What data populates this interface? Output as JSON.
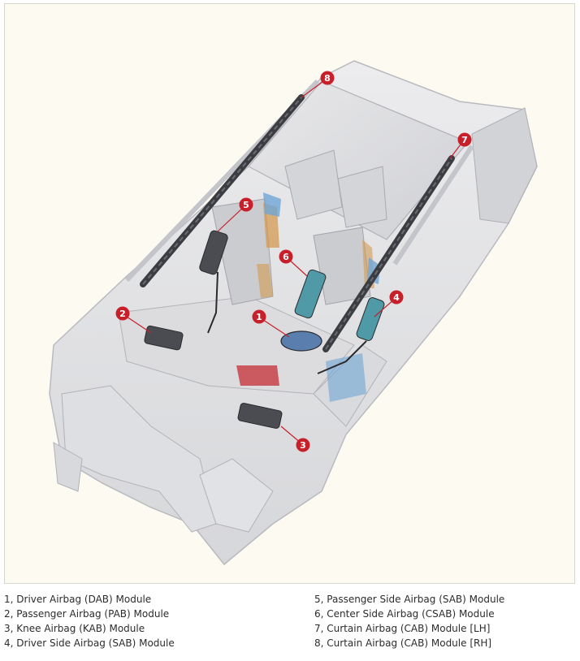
{
  "callouts": [
    {
      "num": "1"
    },
    {
      "num": "2"
    },
    {
      "num": "3"
    },
    {
      "num": "4"
    },
    {
      "num": "5"
    },
    {
      "num": "6"
    },
    {
      "num": "7"
    },
    {
      "num": "8"
    }
  ],
  "legend": {
    "left": [
      "1, Driver Airbag (DAB) Module",
      "2, Passenger Airbag (PAB) Module",
      "3, Knee Airbag (KAB) Module",
      "4, Driver Side Airbag (SAB) Module"
    ],
    "right": [
      "5, Passenger Side Airbag (SAB) Module",
      "6, Center Side Airbag (CSAB) Module",
      "7, Curtain Airbag (CAB) Module [LH]",
      "8, Curtain Airbag (CAB) Module [RH]"
    ]
  },
  "colors": {
    "callout_fill": "#c8202a",
    "frame_bg": "#fdfaf1",
    "body_shell": "#e6e6e8",
    "body_edge": "#b9bac0",
    "module_dark": "#3b3d42",
    "module_teal": "#4f9aa6",
    "seat_orange": "#d39a52",
    "blue_part": "#6fa6d6",
    "red_part": "#c8434a"
  },
  "icons": {
    "callout_marker": "numbered-circle-icon"
  }
}
